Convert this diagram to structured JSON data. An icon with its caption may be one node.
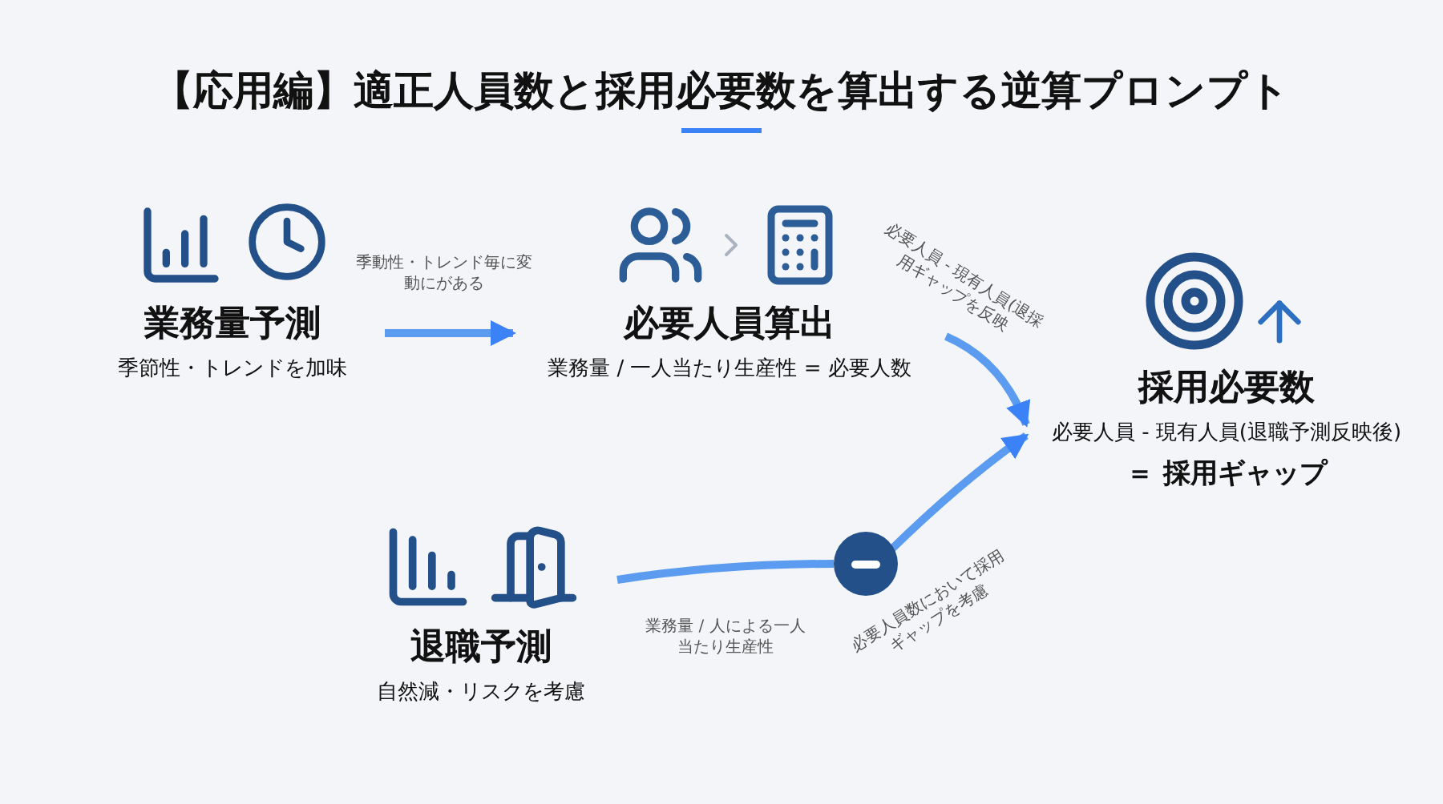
{
  "diagram": {
    "title": "【応用編】適正人員数と採用必要数を算出する逆算プロンプト",
    "nodes": [
      {
        "text": [
          "業務量予測",
          "季節性・トレンドを加味"
        ]
      },
      {
        "text": [
          "必要人員算出",
          "業務量 / 一人当たり生産性 = 必要人数"
        ]
      },
      {
        "text": [
          "退職予測",
          "自然減・リスクを考慮"
        ]
      },
      {
        "text": [],
        "shape": "circle"
      },
      {
        "text": [
          "採用必要数",
          "必要人員 - 現有人員(退職予測反映後)",
          "＝ 採用ギャップ"
        ]
      }
    ],
    "edges": [
      {
        "from": 0,
        "to": 1,
        "arrow": "to",
        "label": "季動性・トレンド毎に変動にがある"
      },
      {
        "from": 1,
        "to": 4,
        "arrow": "to",
        "label": "必要人員 - 現有人員(退採用ギャップを反映"
      },
      {
        "from": 2,
        "to": 3,
        "arrow": "none",
        "label": "業務量 / 人による一人当たり生産性"
      },
      {
        "from": 3,
        "to": 4,
        "arrow": "to",
        "label": "必要人員数において採用ギャップを考慮"
      }
    ]
  }
}
